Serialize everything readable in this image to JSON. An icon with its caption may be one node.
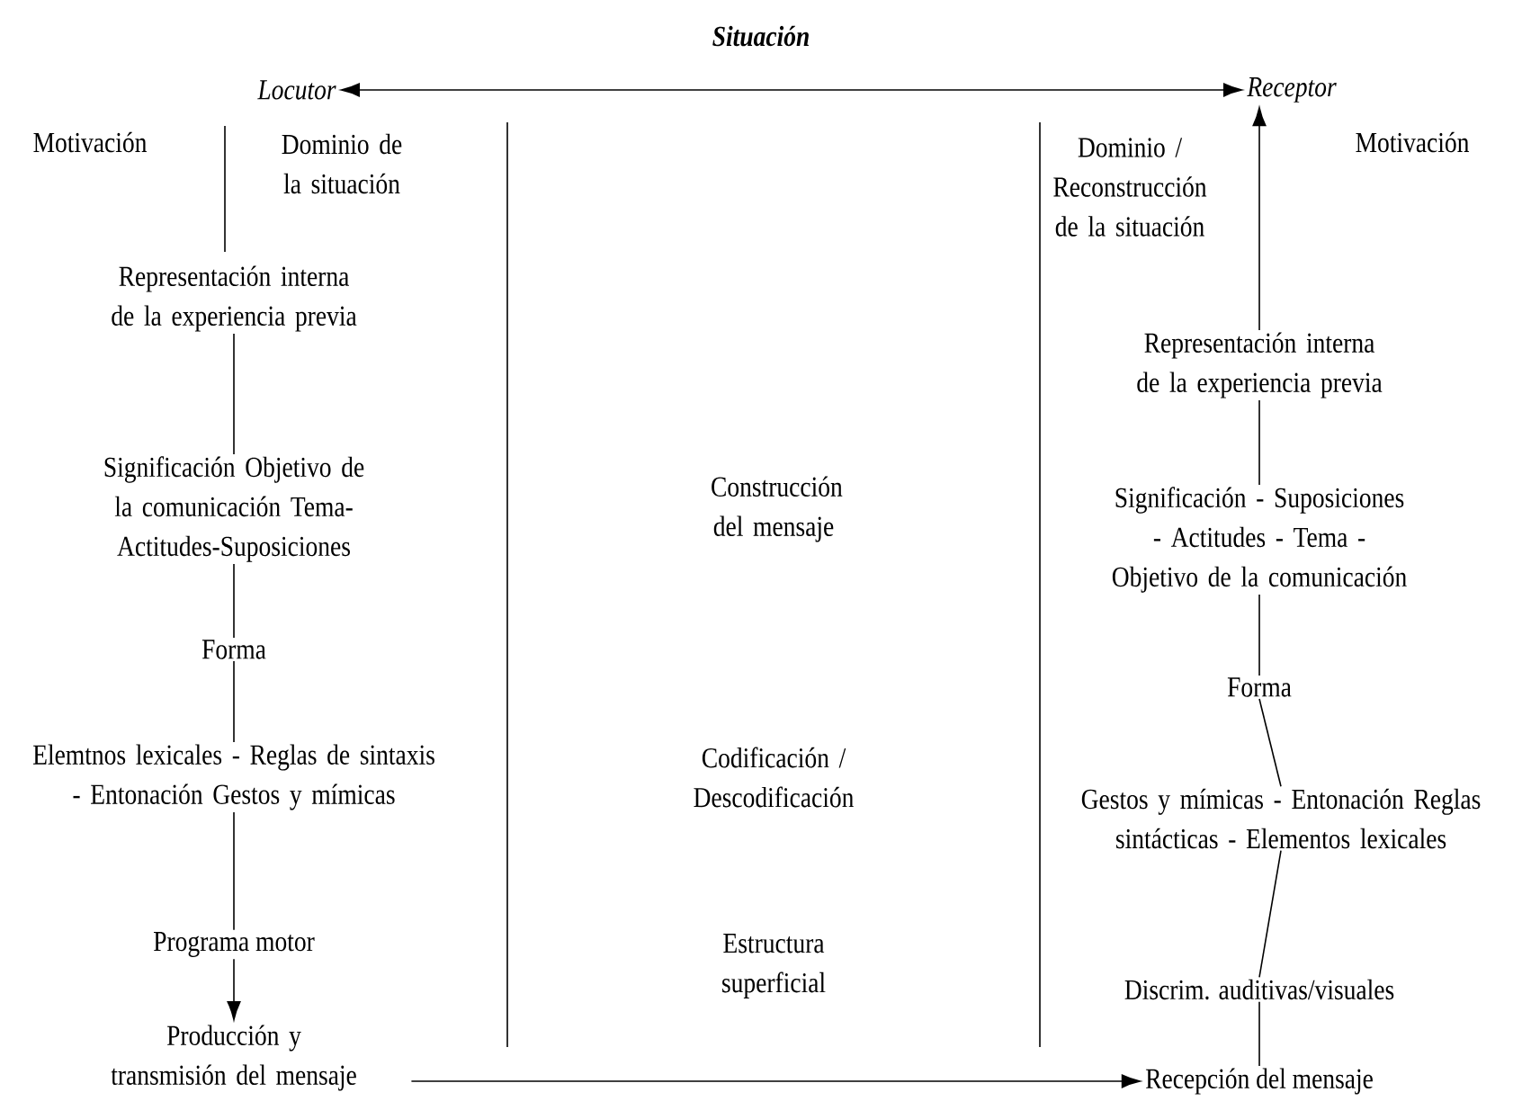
{
  "diagram": {
    "title": "Situación",
    "nodes": [
      {
        "text": [
          "Locutor"
        ]
      },
      {
        "text": [
          "Receptor"
        ]
      },
      {
        "text": [
          "Motivación"
        ]
      },
      {
        "text": [
          "Dominio de la situación"
        ]
      },
      {
        "text": [
          "Representación interna de la experiencia previa"
        ]
      },
      {
        "text": [
          "Significación Objetivo de la comunicación Tema-Actitudes-Suposiciones"
        ]
      },
      {
        "text": [
          "Forma"
        ]
      },
      {
        "text": [
          "Elemtnos lexicales - Reglas de sintaxis - Entonación Gestos y mímicas"
        ]
      },
      {
        "text": [
          "Programa motor"
        ]
      },
      {
        "text": [
          "Producción y transmisión del mensaje"
        ]
      },
      {
        "text": [
          "Dominio / Reconstrucción de la situación"
        ]
      },
      {
        "text": [
          "Motivación"
        ]
      },
      {
        "text": [
          "Representación interna de la experiencia previa"
        ]
      },
      {
        "text": [
          "Significación - Suposiciones - Actitudes - Tema - Objetivo de la comunicación"
        ]
      },
      {
        "text": [
          "Forma"
        ]
      },
      {
        "text": [
          "Gestos y mímicas - Entonación Reglas sintácticas - Elementos lexicales"
        ]
      },
      {
        "text": [
          "Discrim. auditivas/visuales"
        ]
      },
      {
        "text": [
          "Recepción del mensaje"
        ]
      }
    ],
    "edges": [
      {
        "from": 0,
        "to": 1,
        "arrow": "both"
      },
      {
        "from": 4,
        "to": 5,
        "arrow": "none"
      },
      {
        "from": 5,
        "to": 6,
        "arrow": "none"
      },
      {
        "from": 6,
        "to": 7,
        "arrow": "none"
      },
      {
        "from": 7,
        "to": 8,
        "arrow": "none"
      },
      {
        "from": 8,
        "to": 9,
        "arrow": "to"
      },
      {
        "from": 9,
        "to": 17,
        "arrow": "to"
      },
      {
        "from": 17,
        "to": 16,
        "arrow": "none"
      },
      {
        "from": 16,
        "to": 15,
        "arrow": "none"
      },
      {
        "from": 15,
        "to": 14,
        "arrow": "none"
      },
      {
        "from": 14,
        "to": 13,
        "arrow": "none"
      },
      {
        "from": 13,
        "to": 12,
        "arrow": "none"
      },
      {
        "from": 12,
        "to": 1,
        "arrow": "to"
      }
    ],
    "labels": [
      "Construcción del mensaje",
      "Codificación / Descodificación",
      "Estructura superficial"
    ]
  }
}
